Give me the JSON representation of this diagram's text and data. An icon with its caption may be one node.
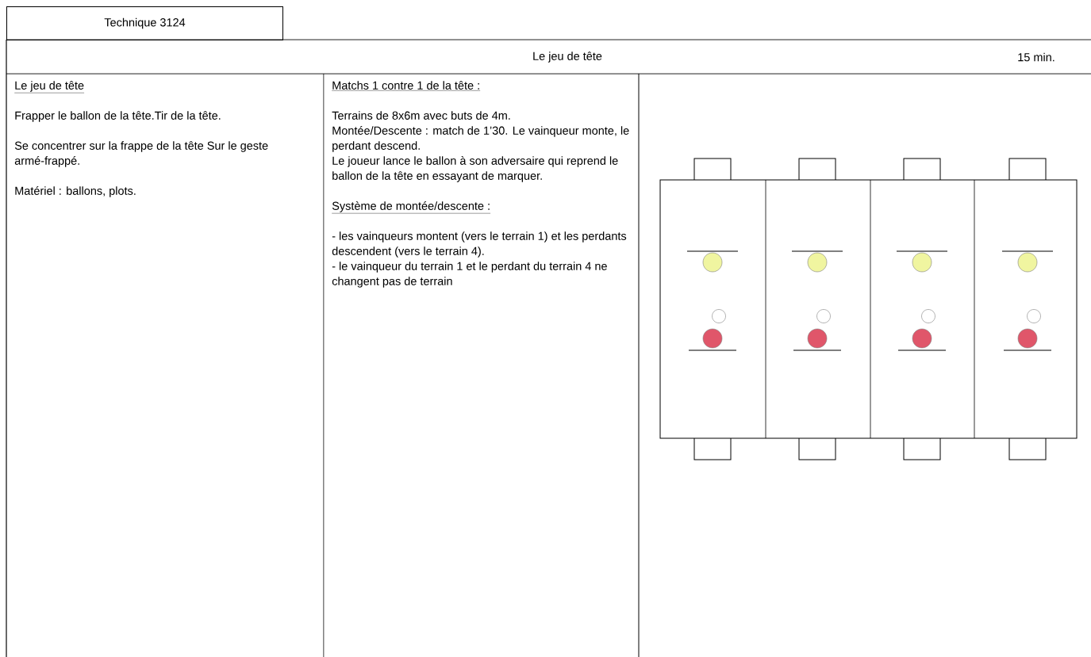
{
  "diagram": {
    "nodes": [
      {
        "text": [
          "Technique 3124"
        ]
      },
      {
        "text": [
          "Le jeu de tête",
          "15 min."
        ]
      },
      {
        "text": [
          "Le jeu de tête",
          "Frapper le ballon de la tête.Tir de la tête.",
          "Se concentrer sur la frappe de la tête Sur le geste armé-frappé.",
          "Matériel : ballons, plots."
        ]
      },
      {
        "text": [
          "Matchs 1 contre 1 de la tête :",
          "Terrains de 8x6m avec buts de 4m.",
          "Montée/Descente : match de 1’30. Le vainqueur monte, le perdant descend.",
          "Le joueur lance le ballon à son adversaire qui reprend le ballon de la tête en essayant de marquer.",
          "Système de montée/descente :",
          "- les vainqueurs montent (vers le terrain 1) et les perdants descendent (vers le terrain 4).",
          "- le vainqueur du terrain 1 et le perdant du terrain 4 ne changent pas de terrain"
        ]
      }
    ]
  }
}
